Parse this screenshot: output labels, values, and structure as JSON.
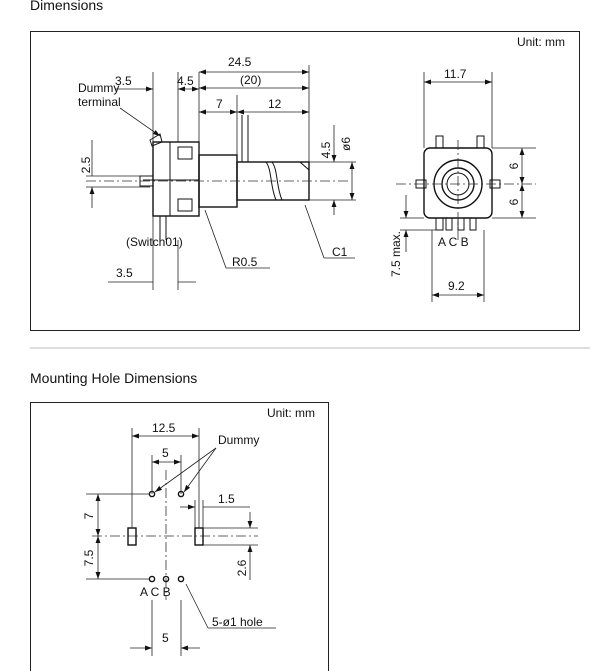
{
  "sections": {
    "dimensions": {
      "title": "Dimensions",
      "unit": "Unit: mm",
      "labels": {
        "overall_length": "24.5",
        "shaft_length": "(20)",
        "left_offset": "3.5",
        "bushing": "4.5",
        "flat_start": "7",
        "flat_length": "12",
        "dummy_terminal": "Dummy terminal",
        "dummy_line1": "Dummy",
        "dummy_line2": "terminal",
        "terminal_height": "2.5",
        "flat_depth": "4.5",
        "shaft_dia": "ø6",
        "switch": "(Switch01)",
        "radius": "R0.5",
        "chamfer": "C1",
        "bottom_offset": "3.5",
        "front_width": "11.7",
        "upper_half": "6",
        "lower_half": "6",
        "max_height": "7.5 max.",
        "pins": "A C B",
        "pin_span": "9.2"
      }
    },
    "mounting": {
      "title": "Mounting Hole Dimensions",
      "unit": "Unit: mm",
      "labels": {
        "width": "12.5",
        "dummy_spacing": "5",
        "dummy": "Dummy",
        "slot_width": "1.5",
        "upper_vertical": "7",
        "lower_vertical": "7.5",
        "slot_height": "2.6",
        "pins": "A C B",
        "pin_spacing": "5",
        "holes": "5-ø1 hole"
      }
    }
  }
}
